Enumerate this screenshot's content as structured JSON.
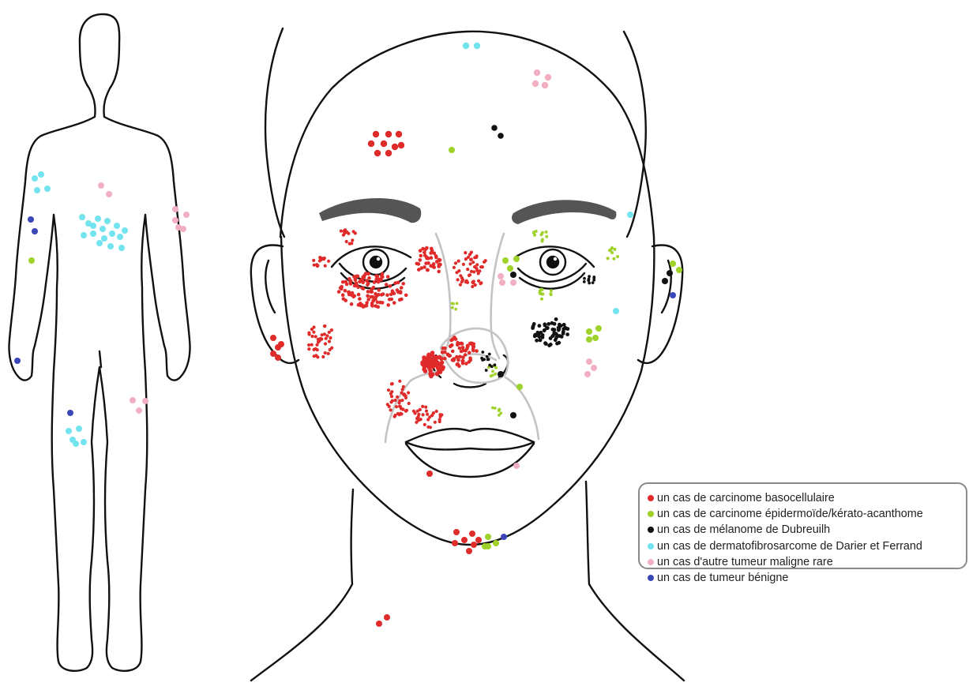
{
  "categories": [
    {
      "key": "bcc",
      "label": "un cas de carcinome basocellulaire",
      "color": "#e02b2b"
    },
    {
      "key": "scc",
      "label": "un cas de carcinome épidermoïde/kérato-acanthome",
      "color": "#9fd22a"
    },
    {
      "key": "mel",
      "label": "un cas de mélanome de Dubreuilh",
      "color": "#111111"
    },
    {
      "key": "dfsp",
      "label": "un cas de dermatofibrosarcome de Darier et Ferrand",
      "color": "#73e3ee"
    },
    {
      "key": "rare",
      "label": "un cas d'autre tumeur maligne rare",
      "color": "#f2afc2"
    },
    {
      "key": "benign",
      "label": "un cas de tumeur bénigne",
      "color": "#3b46b8"
    }
  ],
  "outline_color": "#111111",
  "region_line_color": "#c4c4c4",
  "eyebrow_color": "#555555"
}
